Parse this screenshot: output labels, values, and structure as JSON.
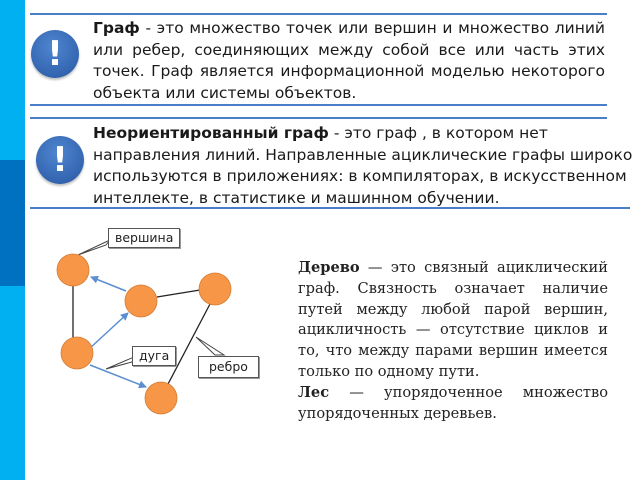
{
  "colors": {
    "sidebar_light": "#00B0F0",
    "sidebar_dark": "#0070C0",
    "rule": "#4A7EC8",
    "icon_blue": "#3465B0",
    "node_fill": "#F79646",
    "arc_blue": "#5B8FD0",
    "edge_black": "#222222"
  },
  "icons": {
    "alert1": "!",
    "alert2": "!"
  },
  "definition_graph": {
    "term": "Граф",
    "text": " - это множество точек или вершин и множество линий или ребер, соединяющих между собой все или часть этих точек. Граф является информационной моделью некоторого объекта или системы объектов."
  },
  "definition_undirected": {
    "term": "Неориентированный граф",
    "text": " - это граф , в котором нет направления линий. Направленные ациклические графы широко используются в приложениях: в компиляторах, в искусственном интеллекте, в статистике и машинном обучении."
  },
  "diagram": {
    "labels": {
      "vertex": "вершина",
      "arc": "дуга",
      "edge": "ребро"
    }
  },
  "definitions_right": [
    {
      "term": "Дерево",
      "text": " — это связный ациклический граф. Связность означает наличие путей между любой парой вершин, ацикличность — отсутствие циклов и то, что между парами вершин имеется только по одному пути."
    },
    {
      "term": "Лес",
      "text": " — упорядоченное множество упорядоченных деревьев."
    }
  ]
}
